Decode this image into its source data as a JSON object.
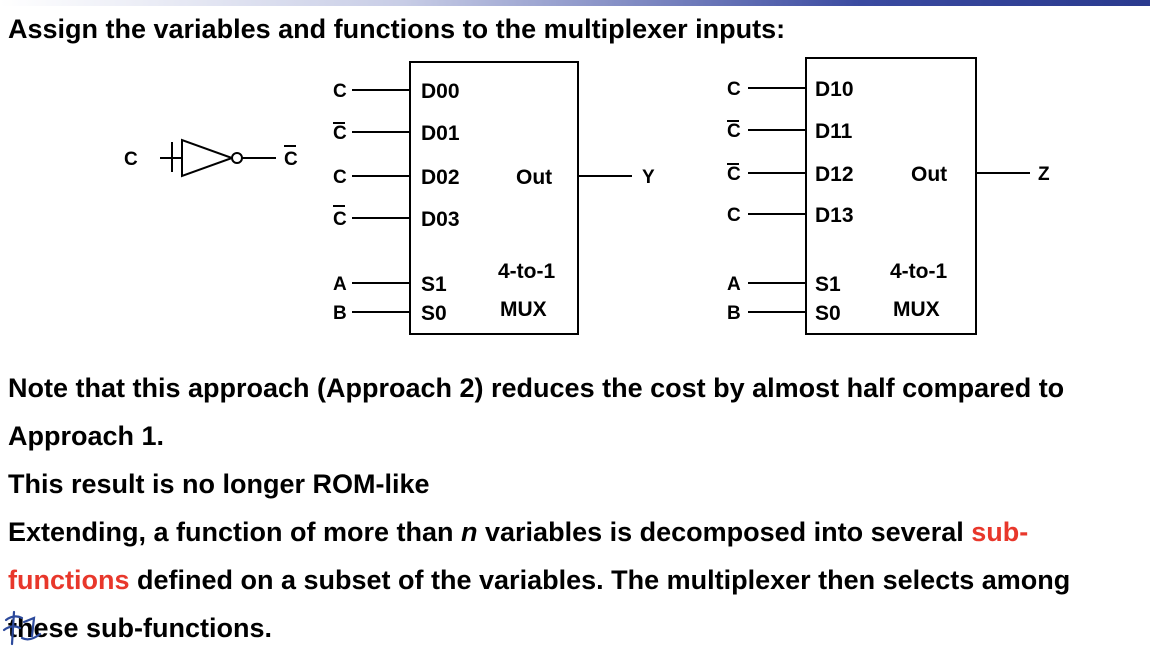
{
  "heading": "Assign the variables and functions to the multiplexer inputs:",
  "inverter": {
    "input": "C",
    "output": "C"
  },
  "mux_y": {
    "data_inputs": [
      {
        "signal": "C",
        "complemented": false,
        "pin": "D00"
      },
      {
        "signal": "C",
        "complemented": true,
        "pin": "D01"
      },
      {
        "signal": "C",
        "complemented": false,
        "pin": "D02"
      },
      {
        "signal": "C",
        "complemented": true,
        "pin": "D03"
      }
    ],
    "select_inputs": [
      {
        "signal": "A",
        "pin": "S1"
      },
      {
        "signal": "B",
        "pin": "S0"
      }
    ],
    "out_label": "Out",
    "output": "Y",
    "type_label_line1": "4-to-1",
    "type_label_line2": "MUX"
  },
  "mux_z": {
    "data_inputs": [
      {
        "signal": "C",
        "complemented": false,
        "pin": "D10"
      },
      {
        "signal": "C",
        "complemented": true,
        "pin": "D11"
      },
      {
        "signal": "C",
        "complemented": true,
        "pin": "D12"
      },
      {
        "signal": "C",
        "complemented": false,
        "pin": "D13"
      }
    ],
    "select_inputs": [
      {
        "signal": "A",
        "pin": "S1"
      },
      {
        "signal": "B",
        "pin": "S0"
      }
    ],
    "out_label": "Out",
    "output": "Z",
    "type_label_line1": "4-to-1",
    "type_label_line2": "MUX"
  },
  "notes": {
    "line1": "Note that this approach (Approach 2) reduces the cost by almost half compared to Approach 1.",
    "line2": "This result is no longer ROM-like",
    "line3_before": "Extending, a function of more than ",
    "line3_var": "n",
    "line3_after": " variables is decomposed into several",
    "line3_accent": "sub-functions",
    "line3_rest": " defined on a subset of the variables. The multiplexer then selects among these sub-functions.",
    "accent_color": "#e8372b"
  },
  "corner_icon": "logo-icon"
}
